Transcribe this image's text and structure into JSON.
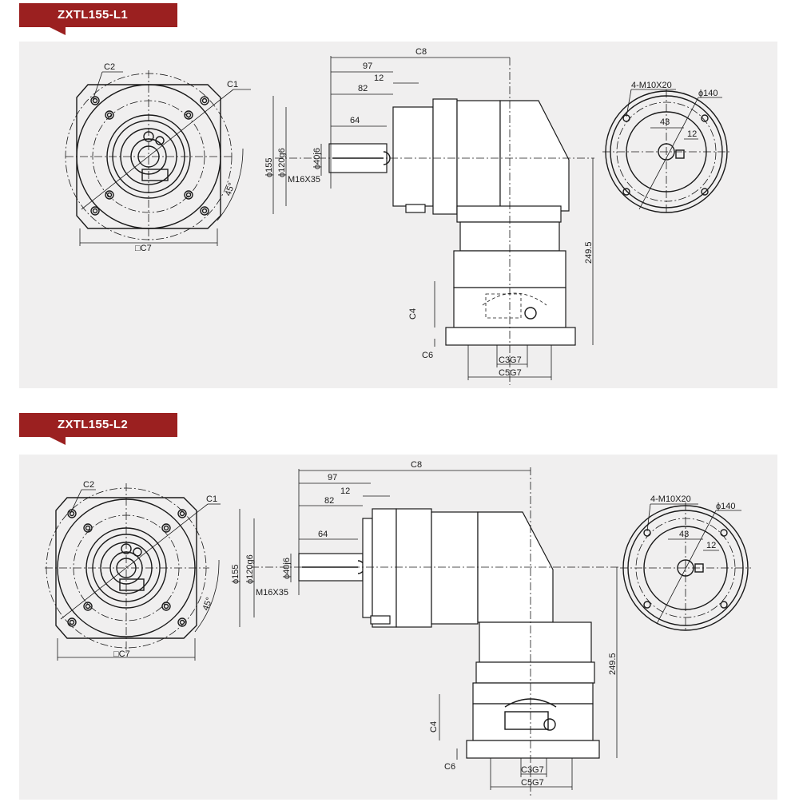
{
  "sections": [
    {
      "title": "ZXTL155-L1",
      "labels": {
        "c2": "C2",
        "c1": "C1",
        "c7": "□C7",
        "angle": "45°",
        "c8": "C8",
        "d97": "97",
        "d12": "12",
        "d82": "82",
        "d64": "64",
        "phi155": "ϕ155",
        "phi120": "ϕ120g6",
        "phi40": "ϕ40j6",
        "thread": "M16X35",
        "d2495": "249.5",
        "c4": "C4",
        "c6": "C6",
        "c3": "C3G7",
        "c5": "C5G7",
        "holes": "4-M10X20",
        "phi140": "ϕ140",
        "d43": "43",
        "key12": "12"
      }
    },
    {
      "title": "ZXTL155-L2",
      "labels": {
        "c2": "C2",
        "c1": "C1",
        "c7": "□C7",
        "angle": "45°",
        "c8": "C8",
        "d97": "97",
        "d12": "12",
        "d82": "82",
        "d64": "64",
        "phi155": "ϕ155",
        "phi120": "ϕ120g6",
        "phi40": "ϕ40j6",
        "thread": "M16X35",
        "d2495": "249.5",
        "c4": "C4",
        "c6": "C6",
        "c3": "C3G7",
        "c5": "C5G7",
        "holes": "4-M10X20",
        "phi140": "ϕ140",
        "d43": "43",
        "key12": "12"
      }
    }
  ],
  "colors": {
    "tag": "#9b2020",
    "panel": "#f0efef",
    "line": "#1a1a1a"
  }
}
